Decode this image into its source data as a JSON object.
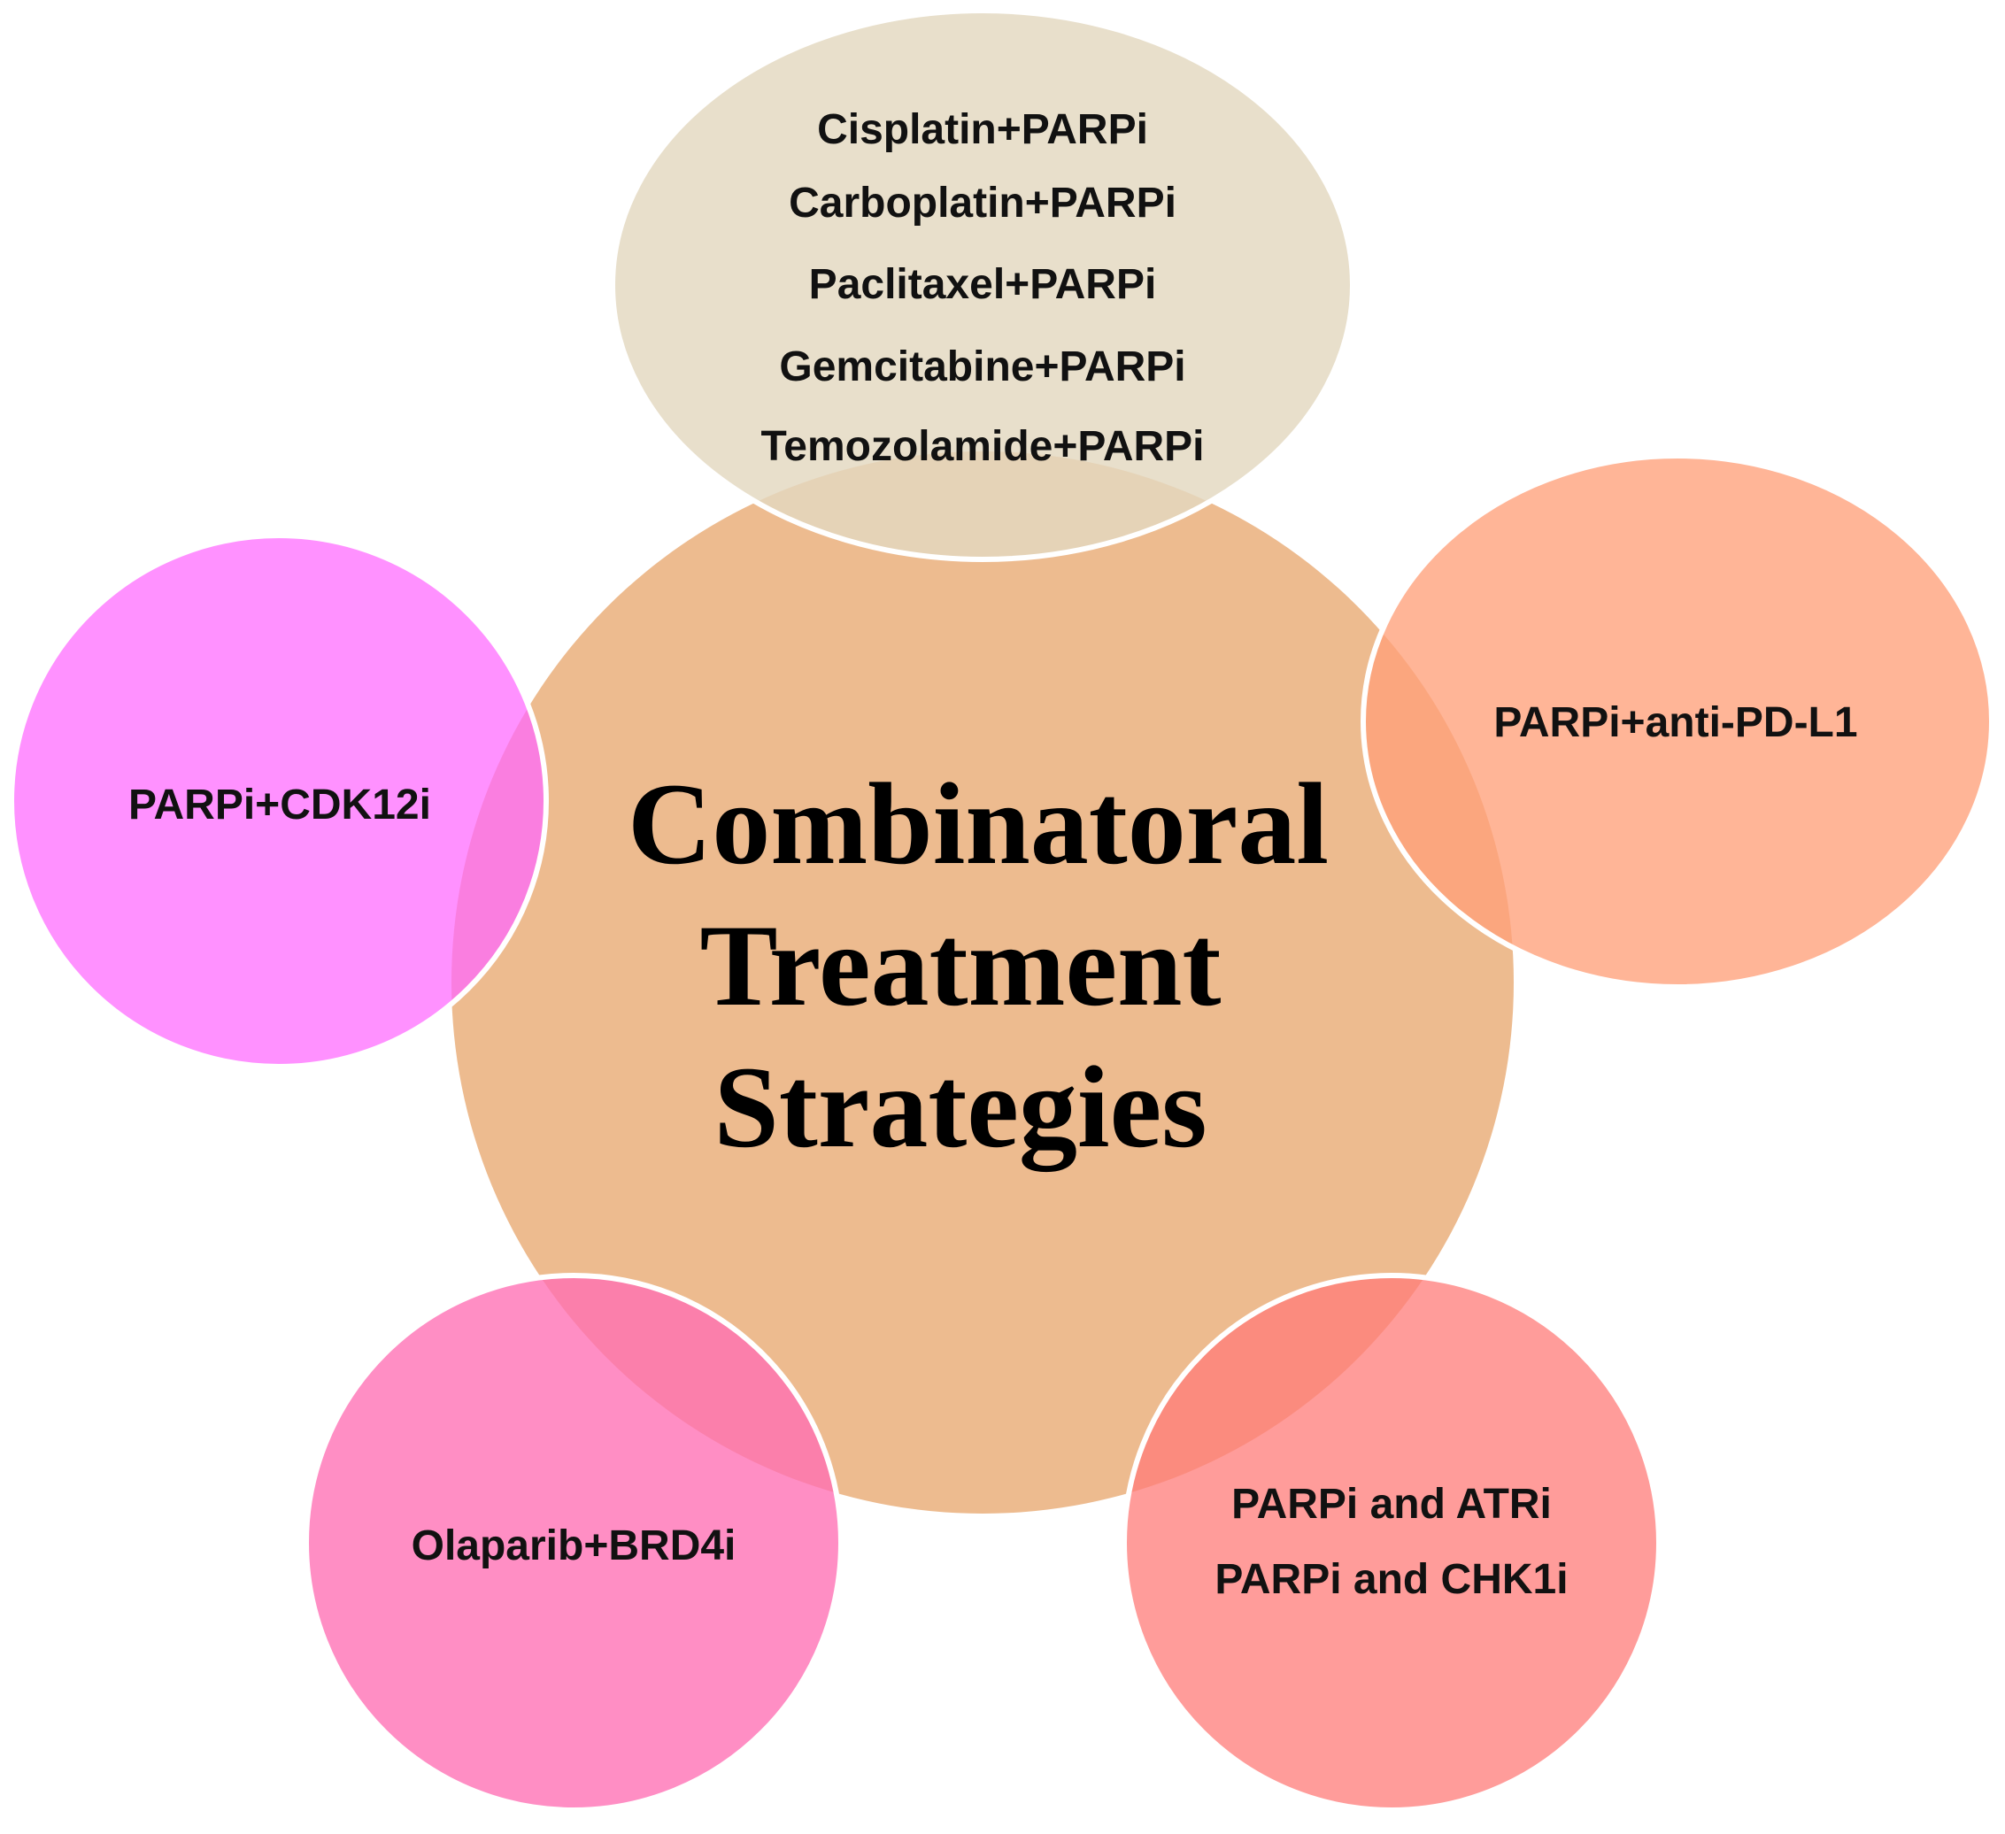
{
  "center": {
    "title_lines": [
      "Combinatoral",
      "Treatment",
      "Strategies"
    ],
    "color": "#EDBB8F"
  },
  "top": {
    "lines": [
      "Cisplatin+PARPi",
      "Carboplatin+PARPi",
      "Paclitaxel+PARPi",
      "Gemcitabine+PARPi",
      "Temozolamide+PARPi"
    ],
    "color": "#E3D8C0"
  },
  "right": {
    "lines": [
      "PARPi+anti-PD-L1"
    ],
    "color": "#FFA07A"
  },
  "left": {
    "lines": [
      "PARPi+CDK12i"
    ],
    "color": "#FF66FF"
  },
  "bottom_left": {
    "lines": [
      "Olaparib+BRD4i"
    ],
    "color": "#FF6EB4"
  },
  "bottom_right": {
    "lines": [
      "PARPi and ATRi",
      "PARPi and CHK1i"
    ],
    "color": "#FF7B78"
  }
}
